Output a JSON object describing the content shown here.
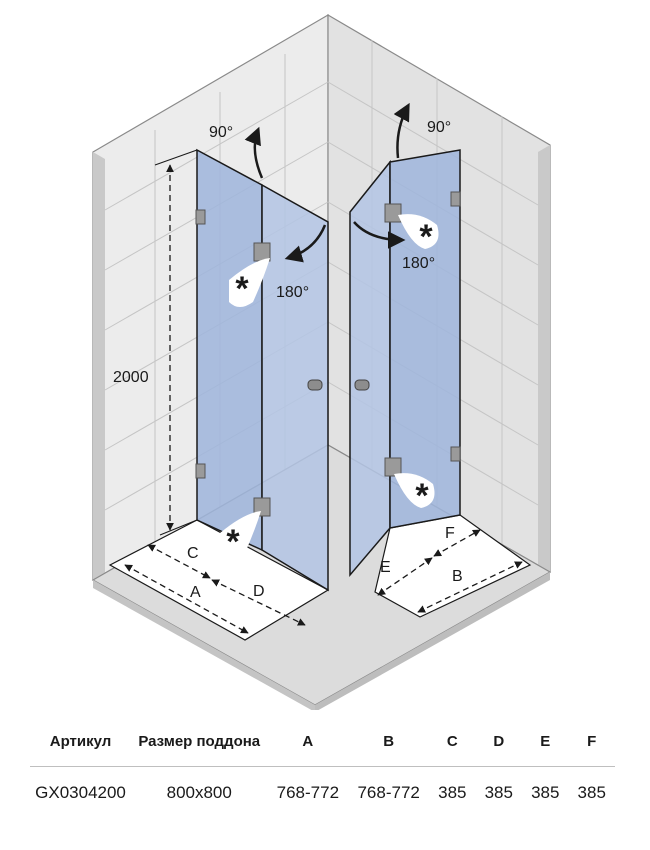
{
  "diagram": {
    "angles": {
      "left_swing": "90°",
      "left_fold": "180°",
      "right_swing": "90°",
      "right_fold": "180°"
    },
    "height_label": "2000",
    "dimension_labels": {
      "A": "A",
      "B": "B",
      "C": "C",
      "D": "D",
      "E": "E",
      "F": "F"
    },
    "colors": {
      "glass": "#9fb5dc",
      "wall": "#ececec",
      "floor": "#dcdcdc",
      "frame": "#1a1a1a"
    }
  },
  "spec_table": {
    "headers": [
      "Артикул",
      "Размер поддона",
      "A",
      "B",
      "C",
      "D",
      "E",
      "F"
    ],
    "rows": [
      [
        "GX0304200",
        "800x800",
        "768-772",
        "768-772",
        "385",
        "385",
        "385",
        "385"
      ]
    ]
  }
}
